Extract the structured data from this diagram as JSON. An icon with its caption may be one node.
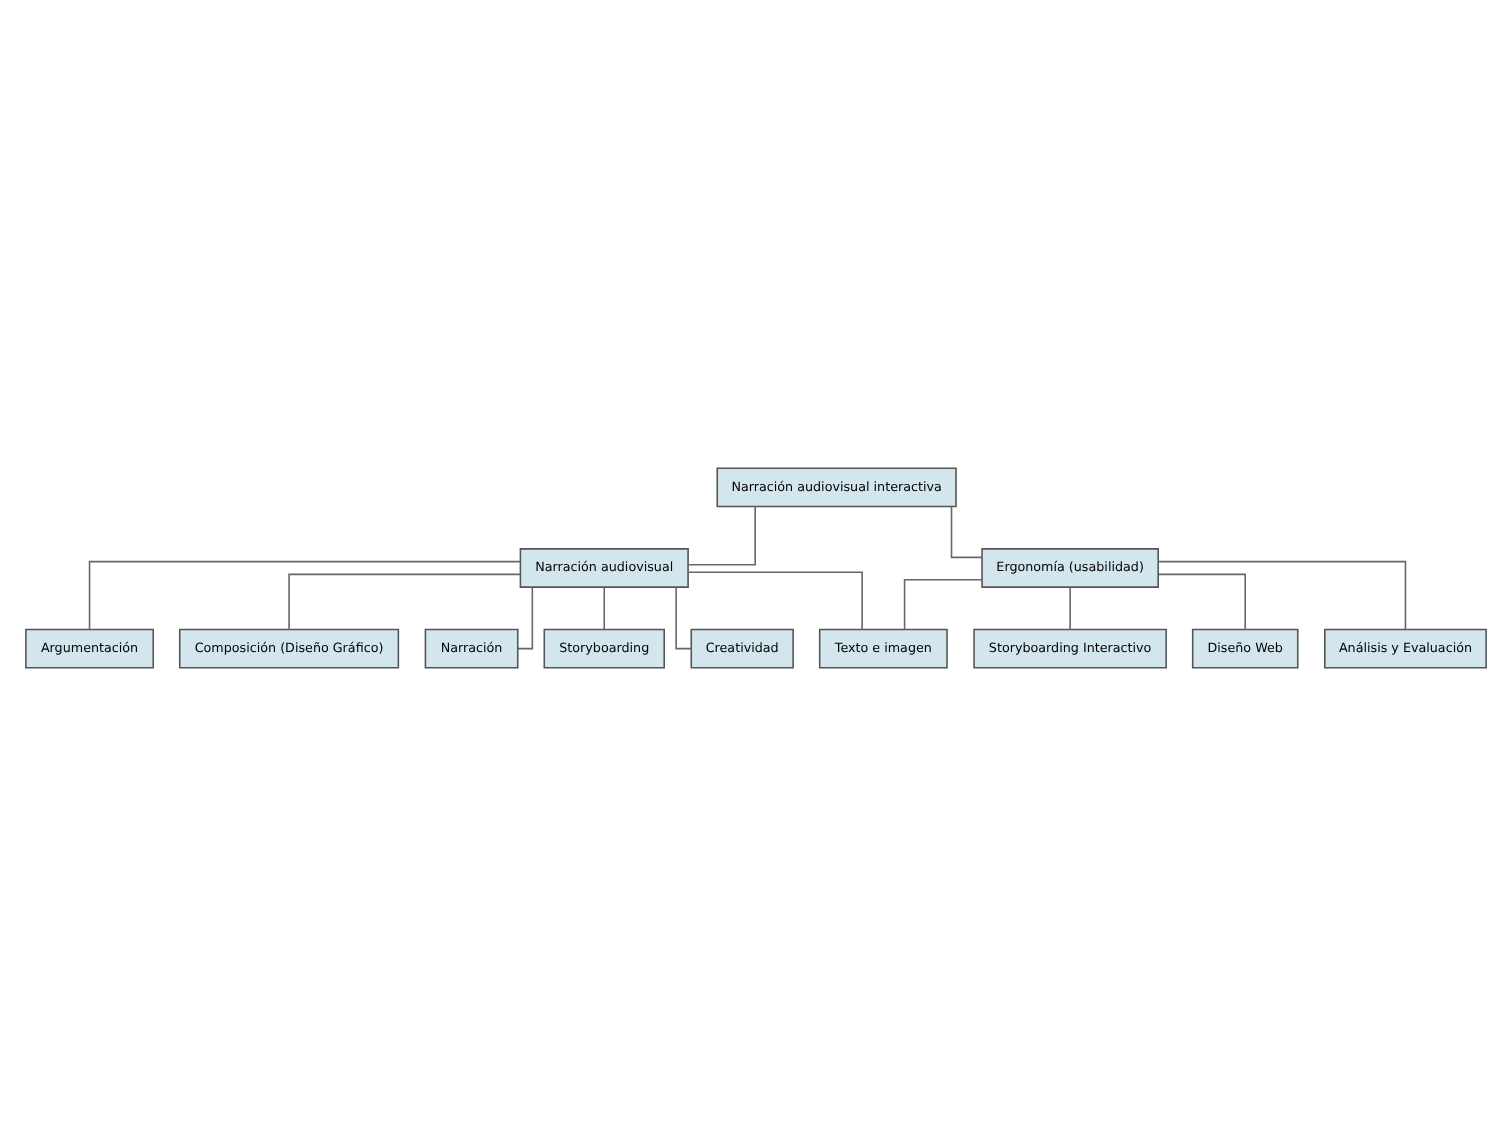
{
  "diagram": {
    "nodes": [
      {
        "text": [
          "Narración audiovisual interactiva"
        ]
      },
      {
        "text": [
          "Narración audiovisual"
        ]
      },
      {
        "text": [
          "Ergonomía (usabilidad)"
        ]
      },
      {
        "text": [
          "Argumentación"
        ]
      },
      {
        "text": [
          "Composición (Diseño Gráfico)"
        ]
      },
      {
        "text": [
          "Narración"
        ]
      },
      {
        "text": [
          "Storyboarding"
        ]
      },
      {
        "text": [
          "Creatividad"
        ]
      },
      {
        "text": [
          "Storyboarding Interactivo"
        ]
      },
      {
        "text": [
          "Diseño Web"
        ]
      },
      {
        "text": [
          "Análisis y Evaluación"
        ]
      },
      {
        "text": [
          "Texto e imagen"
        ]
      }
    ],
    "edges": [
      {
        "from": 0,
        "to": 1,
        "arrow": "none"
      },
      {
        "from": 0,
        "to": 2,
        "arrow": "none"
      },
      {
        "from": 1,
        "to": 3,
        "arrow": "none"
      },
      {
        "from": 1,
        "to": 5,
        "arrow": "none"
      },
      {
        "from": 1,
        "to": 7,
        "arrow": "none"
      },
      {
        "from": 1,
        "to": 4,
        "arrow": "none"
      },
      {
        "from": 1,
        "to": 6,
        "arrow": "none"
      },
      {
        "from": 1,
        "to": 11,
        "arrow": "none"
      },
      {
        "from": 2,
        "to": 8,
        "arrow": "none"
      },
      {
        "from": 2,
        "to": 9,
        "arrow": "none"
      },
      {
        "from": 2,
        "to": 10,
        "arrow": "none"
      },
      {
        "from": 2,
        "to": 11,
        "arrow": "none"
      }
    ]
  }
}
